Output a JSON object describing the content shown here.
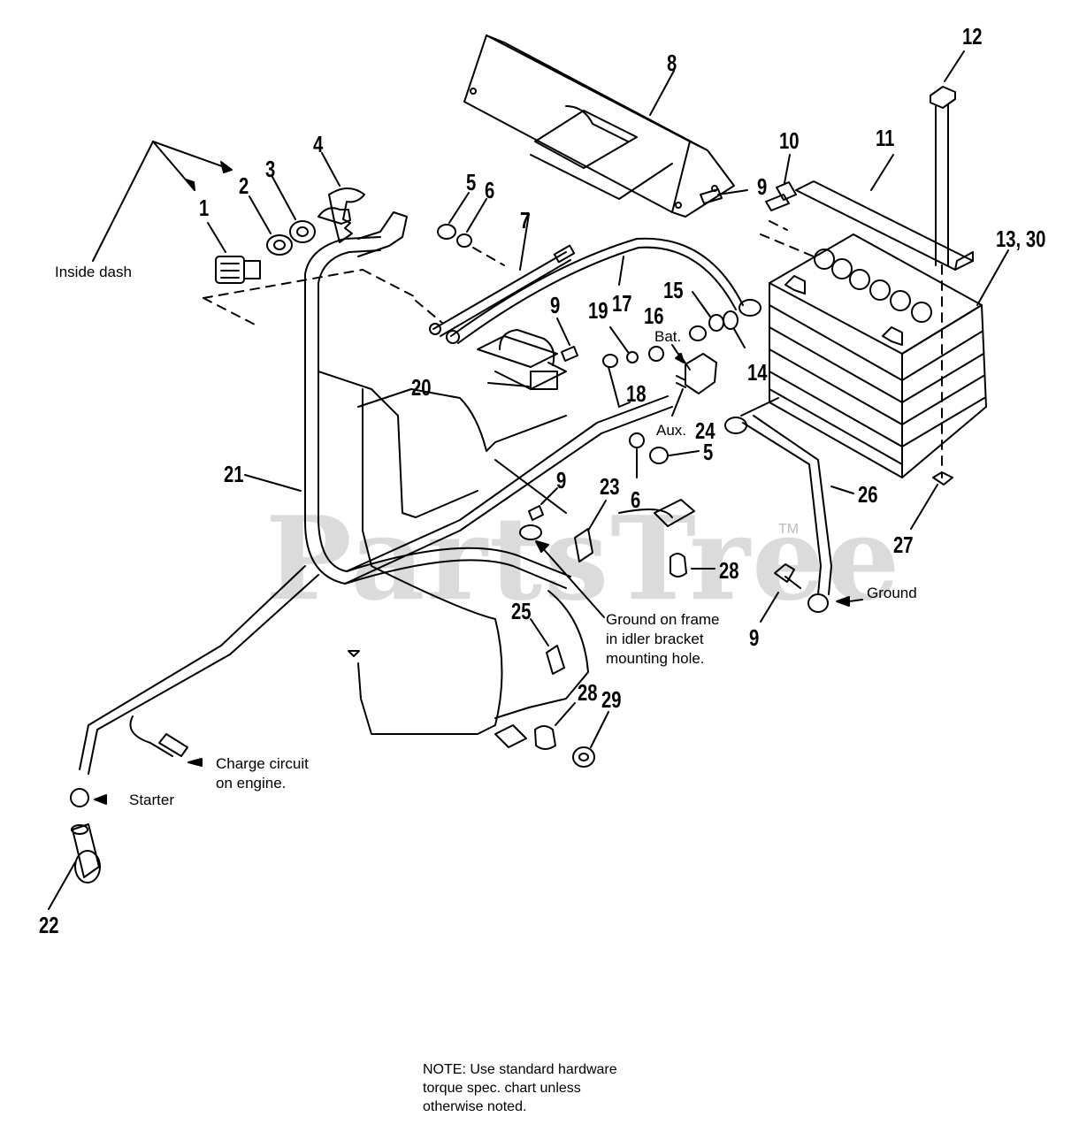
{
  "callouts": {
    "c1": "1",
    "c2": "2",
    "c3": "3",
    "c4": "4",
    "c5a": "5",
    "c6a": "6",
    "c7": "7",
    "c8": "8",
    "c9a": "9",
    "c10": "10",
    "c11": "11",
    "c12": "12",
    "c13_30": "13, 30",
    "c9b": "9",
    "c19": "19",
    "c17": "17",
    "c15": "15",
    "c16": "16",
    "c14": "14",
    "c18": "18",
    "c20": "20",
    "c24": "24",
    "c5b": "5",
    "c6b": "6",
    "c21": "21",
    "c9c": "9",
    "c23": "23",
    "c26": "26",
    "c27": "27",
    "c28a": "28",
    "c9d": "9",
    "c25": "25",
    "c28b": "28",
    "c29": "29",
    "c22": "22"
  },
  "labels": {
    "inside_dash": "Inside dash",
    "bat": "Bat.",
    "aux": "Aux.",
    "ground": "Ground",
    "ground_on_frame_1": "Ground on frame",
    "ground_on_frame_2": "in idler bracket",
    "ground_on_frame_3": "mounting hole.",
    "charge_circuit_1": "Charge circuit",
    "charge_circuit_2": "on engine.",
    "starter": "Starter"
  },
  "note": {
    "line1": "NOTE: Use standard hardware",
    "line2": "torque spec. chart unless",
    "line3": "otherwise noted."
  },
  "watermark": {
    "text": "PartsTree",
    "tm": "TM"
  }
}
